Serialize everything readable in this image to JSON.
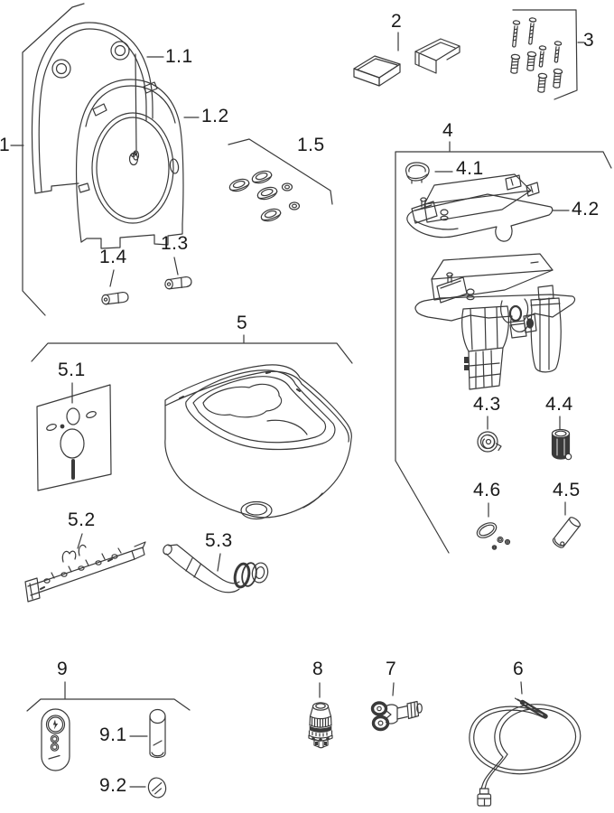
{
  "colors": {
    "background": "#ffffff",
    "line": "#3a3a3a",
    "label": "#1a1a1a",
    "dark_fill": "#3a3a3a"
  },
  "labels": {
    "n1": "1",
    "n1_1": "1.1",
    "n1_2": "1.2",
    "n1_3": "1.3",
    "n1_4": "1.4",
    "n1_5": "1.5",
    "n2": "2",
    "n3": "3",
    "n4": "4",
    "n4_1": "4.1",
    "n4_2": "4.2",
    "n4_3": "4.3",
    "n4_4": "4.4",
    "n4_5": "4.5",
    "n4_6": "4.6",
    "n5": "5",
    "n5_1": "5.1",
    "n5_2": "5.2",
    "n5_3": "5.3",
    "n6": "6",
    "n7": "7",
    "n8": "8",
    "n9": "9",
    "n9_1": "9.1",
    "n9_2": "9.2"
  }
}
